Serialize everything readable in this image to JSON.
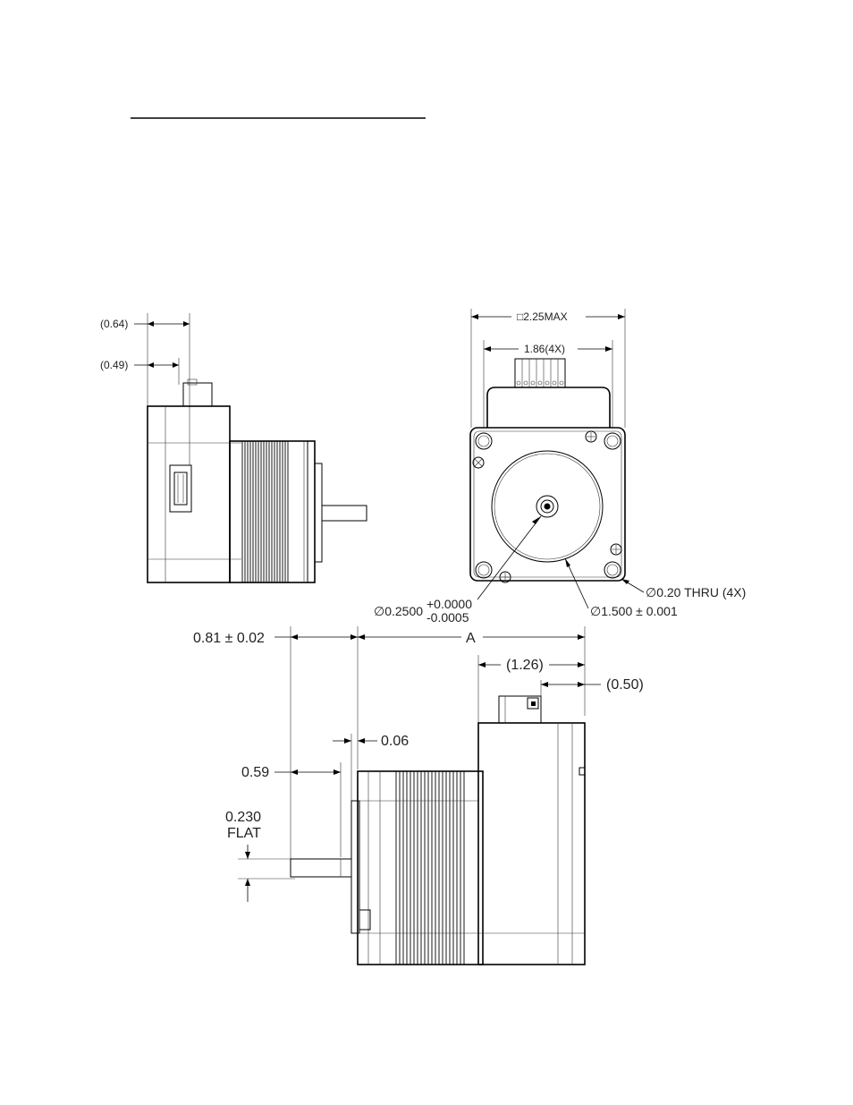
{
  "dimensions": {
    "side_small_064": "(0.64)",
    "side_small_049": "(0.49)",
    "front_square_max": "□2.25MAX",
    "front_bolt_spacing": "1.86(4X)",
    "front_shaft_dia_nominal": "∅0.2500",
    "front_shaft_dia_tol_plus": "+0.0000",
    "front_shaft_dia_tol_minus": "-0.0005",
    "front_pilot_dia": "∅1.500 ± 0.001",
    "front_thru_holes": "∅0.20 THRU (4X)",
    "bottom_shaft_length": "0.81 ± 0.02",
    "bottom_body_length": "A",
    "bottom_connector_offset": "(1.26)",
    "bottom_connector_tail": "(0.50)",
    "bottom_pilot_thickness": "0.06",
    "bottom_flat_length": "0.59",
    "bottom_flat_value": "0.230",
    "bottom_flat_word": "FLAT"
  }
}
